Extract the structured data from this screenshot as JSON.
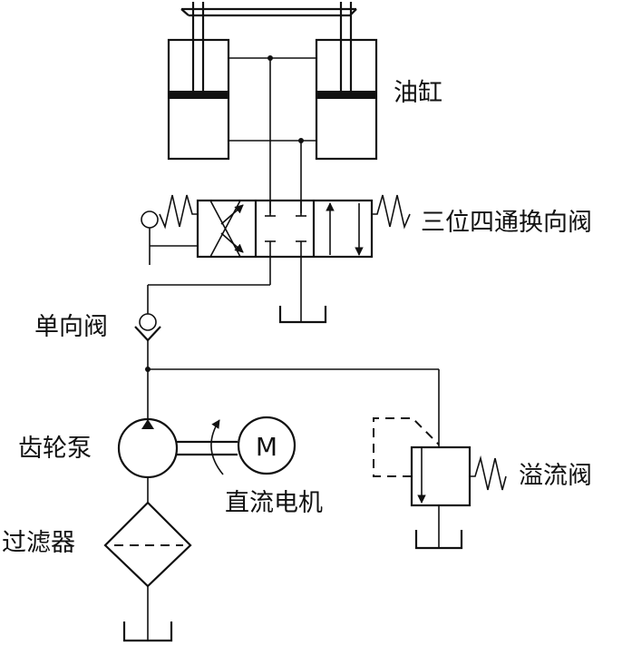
{
  "labels": {
    "cylinder": "油缸",
    "directional_valve": "三位四通换向阀",
    "check_valve": "单向阀",
    "gear_pump": "齿轮泵",
    "dc_motor": "直流电机",
    "filter": "过滤器",
    "relief_valve": "溢流阀",
    "motor_symbol": "M"
  }
}
